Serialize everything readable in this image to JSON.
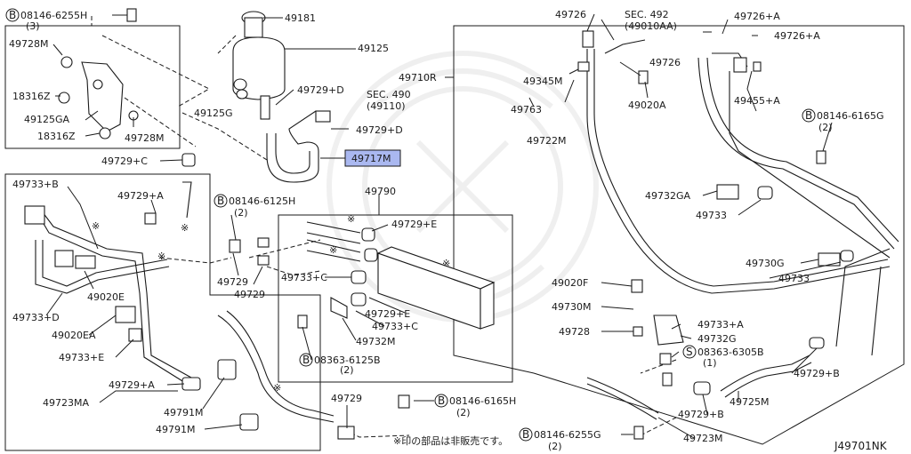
{
  "diagram": {
    "ref_code": "J49701NK",
    "note": "※印の部品は非販売です。",
    "highlight_color": "#aab8f0",
    "labels": {
      "p08146_6255H_a": "08146-6255H",
      "p08146_6255H_a_qty": "(3)",
      "p49728M_a": "49728M",
      "p18316Z_a": "18316Z",
      "p49125GA": "49125GA",
      "p18316Z_b": "18316Z",
      "p49728M_b": "49728M",
      "p49729C_a": "49729+C",
      "p49181": "49181",
      "p49125": "49125",
      "p49125G": "49125G",
      "p49729D_a": "49729+D",
      "sec490": "SEC. 490",
      "sec490_sub": "(49110)",
      "p49729D_b": "49729+D",
      "p49717M": "49717M",
      "p49733B": "49733+B",
      "p49729A_a": "49729+A",
      "p08146_6125H": "08146-6125H",
      "p08146_6125H_qty": "(2)",
      "p49790": "49790",
      "p49729E_a": "49729+E",
      "p49729_a": "49729",
      "p49729_b": "49729",
      "p49733C_a": "49733+C",
      "p49020E": "49020E",
      "p49733D": "49733+D",
      "p49020EA": "49020EA",
      "p49729E_b": "49729+E",
      "p49733C_b": "49733+C",
      "p49732M": "49732M",
      "p49733E": "49733+E",
      "p08363_6125B": "08363-6125B",
      "p08363_6125B_qty": "(2)",
      "p49729A_b": "49729+A",
      "p49791M_a": "49791M",
      "p49723MA": "49723MA",
      "p49791M_b": "49791M",
      "p49729_c": "49729",
      "p08146_6165H": "08146-6165H",
      "p08146_6165H_qty": "(2)",
      "p49726_a": "49726",
      "sec492": "SEC. 492",
      "sec492_sub": "(49010AA)",
      "p49726A_a": "49726+A",
      "p49726A_b": "49726+A",
      "p49710R": "49710R",
      "p49345M": "49345M",
      "p49726_b": "49726",
      "p49763": "49763",
      "p49020A": "49020A",
      "p49722M": "49722M",
      "p49455A": "49455+A",
      "p08146_6165G": "08146-6165G",
      "p08146_6165G_qty": "(2)",
      "p49732GA": "49732GA",
      "p49733_a": "49733",
      "p49730G": "49730G",
      "p49733_b": "49733",
      "p49020F": "49020F",
      "p49730M": "49730M",
      "p49733A": "49733+A",
      "p49728": "49728",
      "p49732G": "49732G",
      "p08363_6305B": "08363-6305B",
      "p08363_6305B_qty": "(1)",
      "p49729B_a": "49729+B",
      "p49725M": "49725M",
      "p49729B_b": "49729+B",
      "p08146_6255G": "08146-6255G",
      "p08146_6255G_qty": "(2)",
      "p49723M": "49723M"
    }
  }
}
